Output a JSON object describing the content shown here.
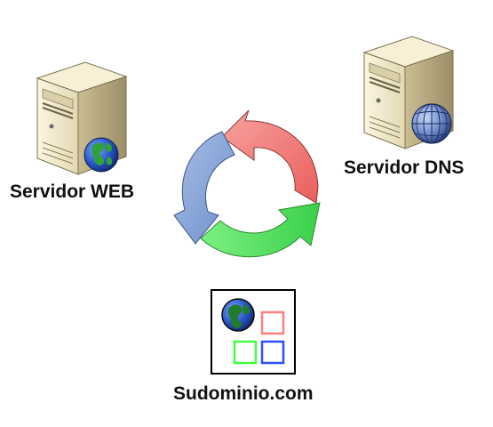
{
  "diagram": {
    "web_server": {
      "label": "Servidor WEB",
      "icon": "server-tower-with-globe"
    },
    "dns_server": {
      "label": "Servidor DNS",
      "icon": "server-tower-with-wire-globe"
    },
    "cycle": {
      "icon": "three-arrow-cycle",
      "colors": [
        "#f07a76",
        "#7f9fd1",
        "#52e45f"
      ]
    },
    "subdomain": {
      "label": "Sudominio.com",
      "icon": "website-window-with-globe-and-squares"
    }
  },
  "colors": {
    "server_body": "#efe6c5",
    "server_shadow": "#a99c76",
    "globe_ocean": "#2a55c8",
    "globe_land": "#2fa23a",
    "square_red": "#ff8080",
    "square_green": "#40ff40",
    "square_blue": "#3050ff"
  }
}
